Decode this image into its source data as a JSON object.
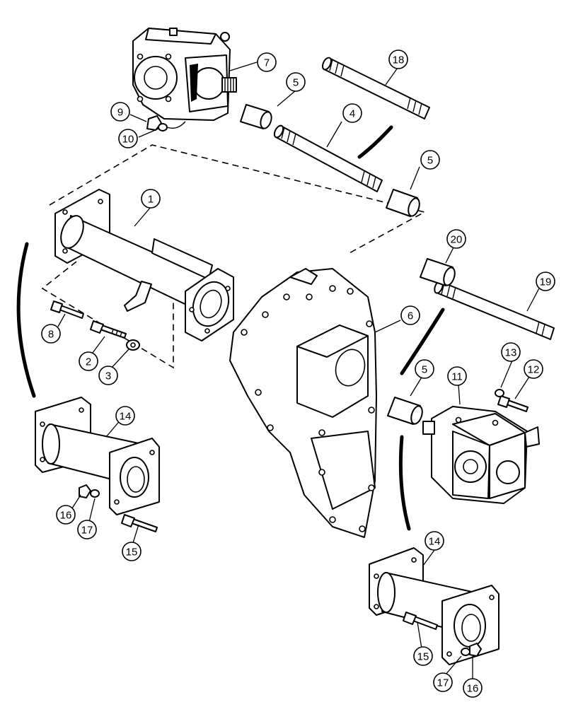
{
  "callouts": [
    {
      "id": "c1",
      "label": "1"
    },
    {
      "id": "c2",
      "label": "2"
    },
    {
      "id": "c3",
      "label": "3"
    },
    {
      "id": "c4",
      "label": "4"
    },
    {
      "id": "c5a",
      "label": "5"
    },
    {
      "id": "c5b",
      "label": "5"
    },
    {
      "id": "c5c",
      "label": "5"
    },
    {
      "id": "c6",
      "label": "6"
    },
    {
      "id": "c7",
      "label": "7"
    },
    {
      "id": "c8",
      "label": "8"
    },
    {
      "id": "c9",
      "label": "9"
    },
    {
      "id": "c10",
      "label": "10"
    },
    {
      "id": "c11",
      "label": "11"
    },
    {
      "id": "c12",
      "label": "12"
    },
    {
      "id": "c13",
      "label": "13"
    },
    {
      "id": "c14a",
      "label": "14"
    },
    {
      "id": "c14b",
      "label": "14"
    },
    {
      "id": "c15a",
      "label": "15"
    },
    {
      "id": "c15b",
      "label": "15"
    },
    {
      "id": "c16a",
      "label": "16"
    },
    {
      "id": "c16b",
      "label": "16"
    },
    {
      "id": "c17a",
      "label": "17"
    },
    {
      "id": "c17b",
      "label": "17"
    },
    {
      "id": "c18",
      "label": "18"
    },
    {
      "id": "c19",
      "label": "19"
    },
    {
      "id": "c20",
      "label": "20"
    }
  ]
}
